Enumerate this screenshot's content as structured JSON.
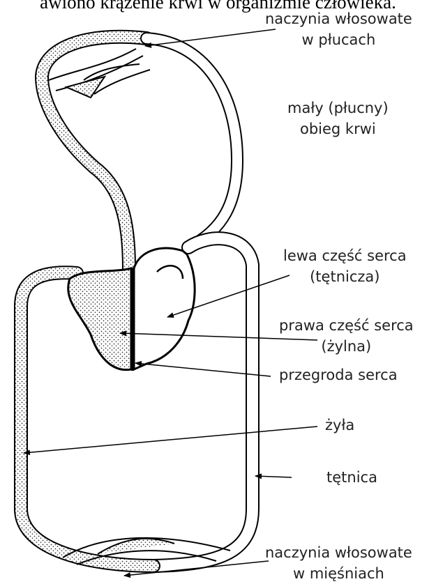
{
  "caption": "awiono krążenie krwi w organizmie człowieka.",
  "labels": {
    "capillaries_lungs": [
      "naczynia włosowate",
      "w płucach"
    ],
    "pulmonary_circulation": [
      "mały (płucny)",
      "obieg krwi"
    ],
    "left_heart": [
      "lewa część serca",
      "(tętnicza)"
    ],
    "right_heart": [
      "prawa część serca",
      "(żylna)"
    ],
    "septum": "przegroda serca",
    "vein": "żyła",
    "artery": "tętnica",
    "capillaries_muscles": [
      "naczynia włosowate",
      "w mięśniach"
    ]
  },
  "colors": {
    "ink": "#000000",
    "venous_fill": "stippled",
    "arterial_fill": "#ffffff"
  }
}
